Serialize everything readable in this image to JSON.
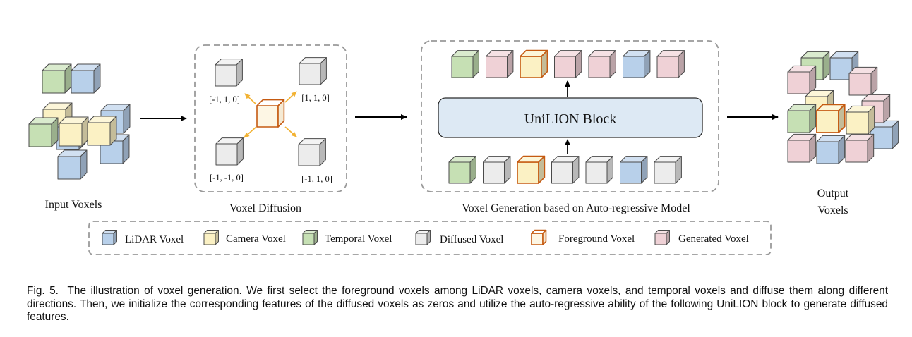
{
  "colors": {
    "lidar": "#b8d0ea",
    "camera": "#fbf1c4",
    "temporal": "#c6e0b4",
    "diffused": "#ececec",
    "foreground_border": "#c55a11",
    "generated": "#efd1d6",
    "arrow_orange": "#f2b233",
    "block_fill": "#dde9f4"
  },
  "sections": {
    "input": "Input Voxels",
    "diffusion": "Voxel Diffusion",
    "generation": "Voxel Generation based on Auto-regressive Model",
    "output_line1": "Output",
    "output_line2": "Voxels"
  },
  "diffusion_labels": {
    "top_left": "[-1, 1, 0]",
    "top_right": "[1, 1, 0]",
    "bottom_left": "[-1, -1, 0]",
    "bottom_right": "[-1, 1, 0]"
  },
  "block": {
    "label": "UniLION Block"
  },
  "legend": {
    "lidar": "LiDAR Voxel",
    "camera": "Camera Voxel",
    "temporal": "Temporal Voxel",
    "diffused": "Diffused Voxel",
    "foreground": "Foreground Voxel",
    "generated": "Generated Voxel"
  },
  "caption": {
    "label": "Fig. 5.",
    "text": "The illustration of voxel generation. We first select the foreground voxels among LiDAR voxels, camera voxels, and temporal voxels and diffuse them along different directions. Then, we initialize the corresponding features of the diffused voxels as zeros and utilize the auto-regressive ability of the following UniLION block to generate diffused features."
  }
}
